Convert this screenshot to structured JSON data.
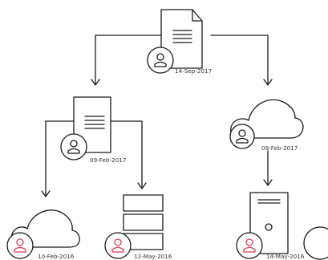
{
  "nodes": {
    "root_document": {
      "date": "14-Sep-2017",
      "avatar_color": "#1a1a1a",
      "icon": "document-icon"
    },
    "left_document": {
      "date": "09-Feb-2017",
      "avatar_color": "#1a1a1a",
      "icon": "document-icon"
    },
    "right_cloud": {
      "date": "09-Feb-2017",
      "avatar_color": "#1a1a1a",
      "icon": "cloud-icon"
    },
    "leaf_cloud": {
      "date": "10-Feb-2016",
      "avatar_color": "#e8384f",
      "icon": "cloud-icon"
    },
    "leaf_server": {
      "date": "12-May-2016",
      "avatar_color": "#e8384f",
      "icon": "server-stack-icon"
    },
    "leaf_tower": {
      "date": "14-May-2016",
      "avatar_color": "#e8384f",
      "icon": "computer-tower-icon"
    }
  },
  "colors": {
    "stroke": "#1a1a1a",
    "leaf_user": "#e8384f",
    "text": "#333333"
  }
}
